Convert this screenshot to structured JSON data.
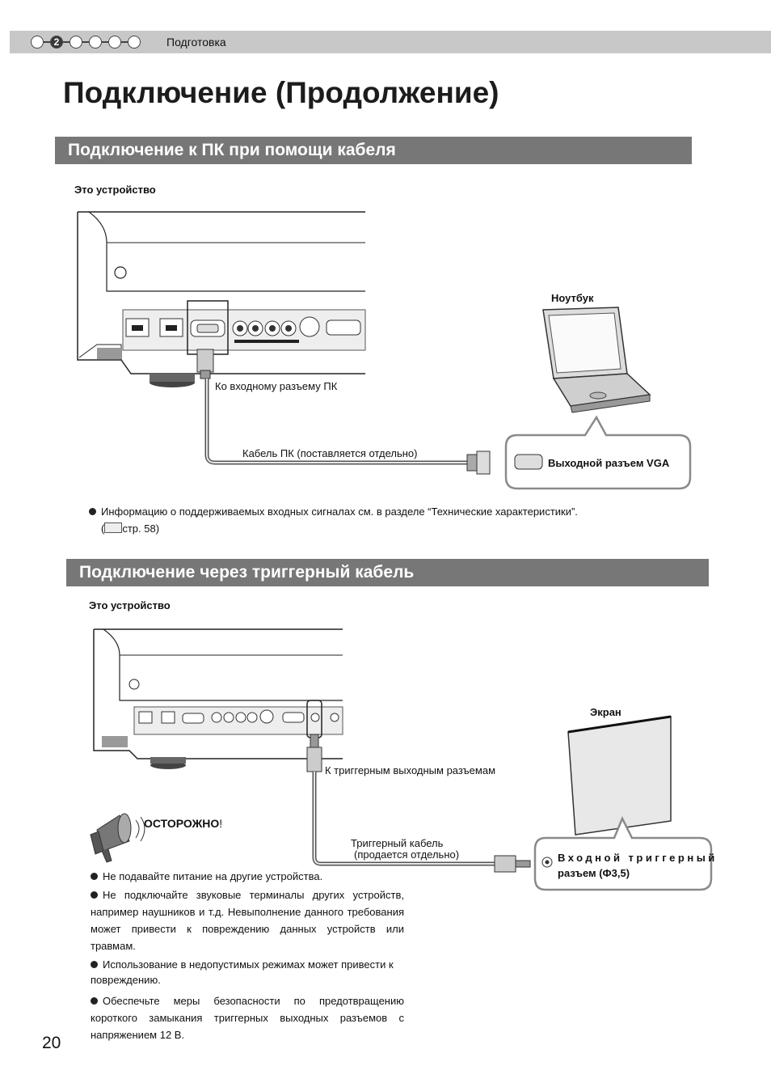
{
  "header": {
    "steps": [
      "",
      "2",
      "",
      "",
      "",
      ""
    ],
    "active_step": 2,
    "breadcrumb": "Подготовка"
  },
  "page_title": "Подключение (Продолжение)",
  "section1": {
    "heading": "Подключение к ПК при помощи кабеля",
    "device_label": "Это устройство",
    "laptop_label": "Ноутбук",
    "pc_input_label": "Ко входному разъему ПК",
    "cable_label": "Кабель ПК (поставляется отдельно)",
    "vga_label": "Выходной разъем VGA",
    "note": "Информацию о поддерживаемых входных сигналах см. в разделе “Технические характеристики”.",
    "note_ref": "стр. 58)",
    "note_ref_open": "("
  },
  "section2": {
    "heading": "Подключение через триггерный кабель",
    "device_label": "Это устройство",
    "screen_label": "Экран",
    "trigger_out_label": "К триггерным выходным разъемам",
    "trigger_cable_label_1": "Триггерный кабель",
    "trigger_cable_label_2": "(продается отдельно)",
    "trigger_in_label_1": "Входной триггерный",
    "trigger_in_label_2": "разъем (Ф3,5)",
    "caution_title": "ОСТОРОЖНО",
    "caution_mark": "!",
    "bullets": [
      "Не подавайте питание на другие устройства.",
      "Не подключайте звуковые терминалы других устройств, например наушников и т.д. Невыполнение данного требования может привести к повреждению данных устройств или травмам.",
      "Использование в недопустимых режимах может привести к повреждению.",
      "Обеспечьте меры безопасности по предотвращению короткого замыкания триггерных выходных разъемов с напряжением 12 В."
    ]
  },
  "page_number": "20",
  "colors": {
    "section_bar": "#777777",
    "top_bar": "#c8c8c8",
    "callout_border": "#8a8a8a"
  }
}
